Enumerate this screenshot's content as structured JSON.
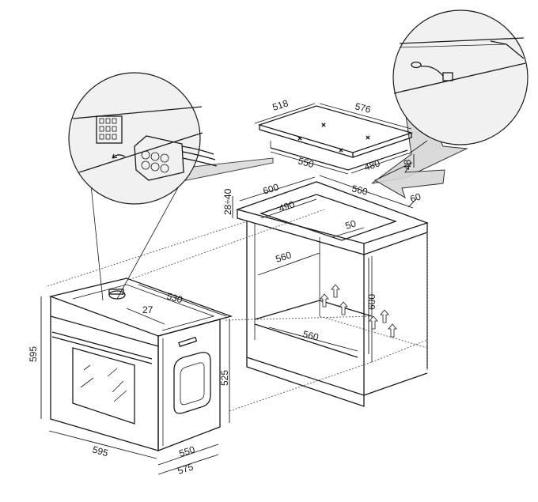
{
  "dimensions": {
    "hob_width": "518",
    "hob_depth": "576",
    "hob_cutout_width": "550",
    "hob_cutout_depth": "480",
    "hob_height": "48",
    "worktop_width": "600",
    "worktop_depth": "560",
    "worktop_thickness": "28÷40",
    "cabinet_inner_width": "490",
    "rear_gap": "60",
    "vent_gap": "50",
    "cabinet_depth_inner": "560",
    "cabinet_height": "600",
    "cabinet_base_depth": "560",
    "oven_height": "595",
    "oven_width": "595",
    "oven_top_depth": "530",
    "oven_recess": "27",
    "oven_body_height": "525",
    "oven_depth_1": "550",
    "oven_depth_2": "575"
  },
  "icons": {
    "left_callout": "connector-plug-icon",
    "right_callout": "cable-clip-icon",
    "airflow": "arrow-up-icon"
  },
  "colors": {
    "line": "#1a1a1a",
    "callout_fill": "#f1f1f1",
    "shadow": "#d6d6d6"
  }
}
